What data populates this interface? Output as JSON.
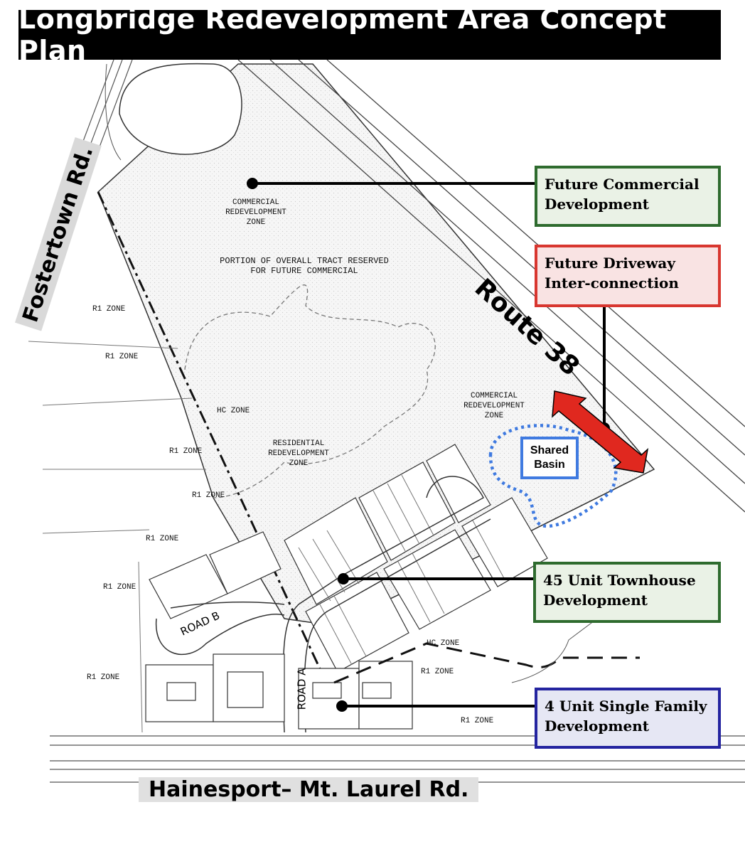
{
  "title": "Longbridge Redevelopment Area Concept Plan",
  "roads": {
    "fostertown": "Fostertown Rd.",
    "route38": "Route 38",
    "hainesport": "Hainesport– Mt. Laurel Rd.",
    "road_a": "ROAD A",
    "road_b": "ROAD B"
  },
  "callouts": {
    "commercial": "Future Commercial Development",
    "driveway": "Future Driveway Inter-connection",
    "townhouse": "45 Unit Townhouse Development",
    "single_family": "4 Unit Single Family Development"
  },
  "basin_label": "Shared Basin",
  "zones": {
    "commercial_top": "COMMERCIAL REDEVELOPMENT ZONE",
    "reserved": "PORTION OF OVERALL TRACT RESERVED FOR FUTURE COMMERCIAL",
    "commercial_right": "COMMERCIAL REDEVELOPMENT ZONE",
    "residential": "RESIDENTIAL REDEVELOPMENT ZONE",
    "hc_left": "HC ZONE",
    "hc_right": "HC ZONE",
    "r1": "R1 ZONE"
  },
  "colors": {
    "green_border": "#2e6b2e",
    "red_border": "#d8362f",
    "blue_border": "#2424a0",
    "basin_blue": "#3f7ae0",
    "arrow_red": "#e0281f"
  }
}
